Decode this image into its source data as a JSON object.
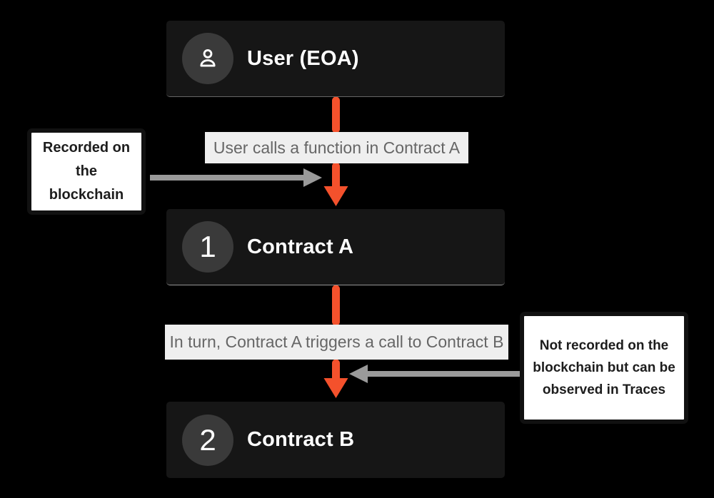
{
  "diagram": {
    "nodes": [
      {
        "id": "user",
        "label": "User (EOA)",
        "icon": "user-icon",
        "badge": ""
      },
      {
        "id": "contract-a",
        "label": "Contract A",
        "badge": "1"
      },
      {
        "id": "contract-b",
        "label": "Contract B",
        "badge": "2"
      }
    ],
    "flow_labels": [
      {
        "text": "User calls a function in Contract A"
      },
      {
        "text": "In turn, Contract A triggers a call to Contract B"
      }
    ],
    "annotations": [
      {
        "side": "left",
        "text": "Recorded on the blockchain"
      },
      {
        "side": "right",
        "text": "Not recorded on the blockchain but can be observed in Traces"
      }
    ],
    "colors": {
      "background": "#000000",
      "node_bg": "#161616",
      "badge_bg": "#3a3a3a",
      "node_text": "#ffffff",
      "flow_label_bg": "#efefef",
      "flow_label_text": "#666666",
      "arrow_orange": "#f4512c",
      "arrow_gray": "#9a9a9a",
      "annotation_bg": "#ffffff",
      "annotation_border": "#111111",
      "annotation_text": "#1d1d1d"
    }
  }
}
